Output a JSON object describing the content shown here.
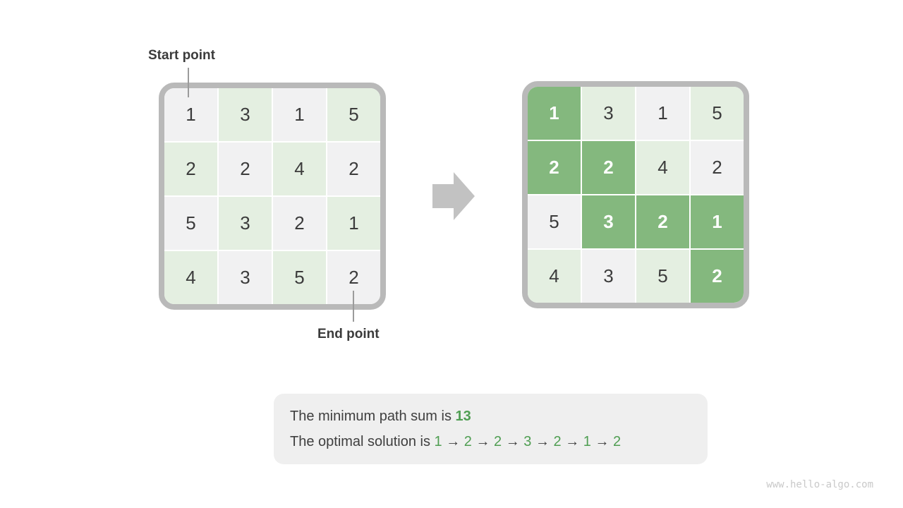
{
  "labels": {
    "start": "Start point",
    "end": "End point"
  },
  "grid": {
    "rows": 4,
    "cols": 4,
    "values": [
      [
        1,
        3,
        1,
        5
      ],
      [
        2,
        2,
        4,
        2
      ],
      [
        5,
        3,
        2,
        1
      ],
      [
        4,
        3,
        5,
        2
      ]
    ],
    "path_cells": [
      [
        0,
        0
      ],
      [
        1,
        0
      ],
      [
        1,
        1
      ],
      [
        2,
        1
      ],
      [
        2,
        2
      ],
      [
        2,
        3
      ],
      [
        3,
        3
      ]
    ]
  },
  "summary": {
    "line1_prefix": "The minimum path sum is ",
    "line1_value": "13",
    "line2_prefix": "The optimal solution is ",
    "line2_sequence": [
      "1",
      "2",
      "2",
      "3",
      "2",
      "1",
      "2"
    ],
    "arrow": "→"
  },
  "watermark": "www.hello-algo.com",
  "colors": {
    "path_green": "#84b87e",
    "light_green": "#e4efe1",
    "cell_gray": "#f1f1f2",
    "grid_border": "#b9b9b9",
    "text_dark": "#3c3c3c",
    "green_text": "#4f9e52",
    "block_arrow_gray": "#c2c2c2",
    "box_background": "#efefef",
    "watermark_gray": "#c9c9c9"
  }
}
